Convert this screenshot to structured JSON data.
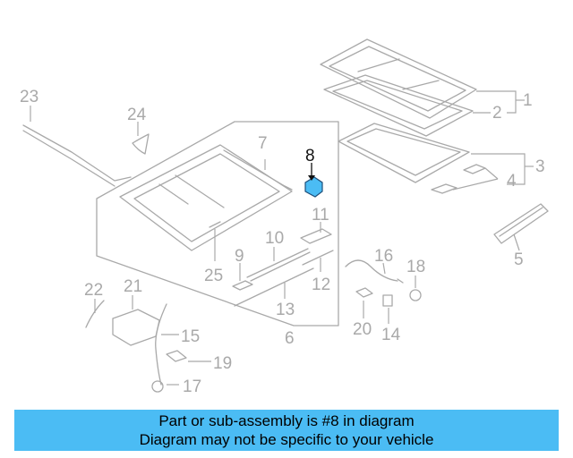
{
  "diagram": {
    "labels": {
      "n1": "1",
      "n2": "2",
      "n3": "3",
      "n4": "4",
      "n5": "5",
      "n6": "6",
      "n7": "7",
      "n8": "8",
      "n9": "9",
      "n10": "10",
      "n11": "11",
      "n12": "12",
      "n13": "13",
      "n14": "14",
      "n15": "15",
      "n16": "16",
      "n17": "17",
      "n18": "18",
      "n19": "19",
      "n20": "20",
      "n21": "21",
      "n22": "22",
      "n23": "23",
      "n24": "24",
      "n25": "25"
    },
    "highlight_color": "#4bbcf4",
    "line_color": "#a9a9a9"
  },
  "banner": {
    "line1": "Part or sub-assembly is #8 in diagram",
    "line2": "Diagram may not be specific to your vehicle",
    "color": "#4bbcf4"
  }
}
